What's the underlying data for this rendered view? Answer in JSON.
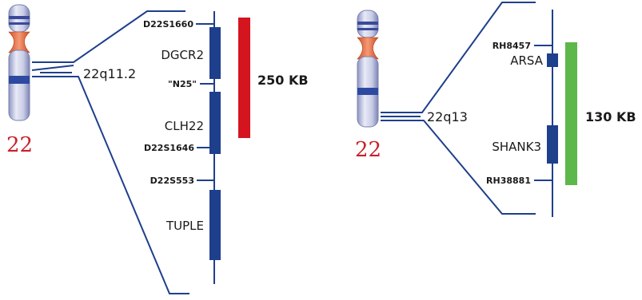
{
  "colors": {
    "line": "#1e3f8c",
    "gene_block": "#1e3f8c",
    "deletion_red": "#d4141e",
    "deletion_green": "#5cb84a",
    "chromosome_label": "#c8202a"
  },
  "left_panel": {
    "chromosome": "22",
    "band": "22q11.2",
    "deletion_size": "250 KB",
    "markers": [
      "D22S1660",
      "\"N25\"",
      "D22S1646",
      "D22S553"
    ],
    "genes": [
      "DGCR2",
      "CLH22",
      "TUPLE"
    ]
  },
  "right_panel": {
    "chromosome": "22",
    "band": "22q13",
    "deletion_size": "130 KB",
    "markers": [
      "RH8457",
      "RH38881"
    ],
    "genes": [
      "ARSA",
      "SHANK3"
    ]
  }
}
